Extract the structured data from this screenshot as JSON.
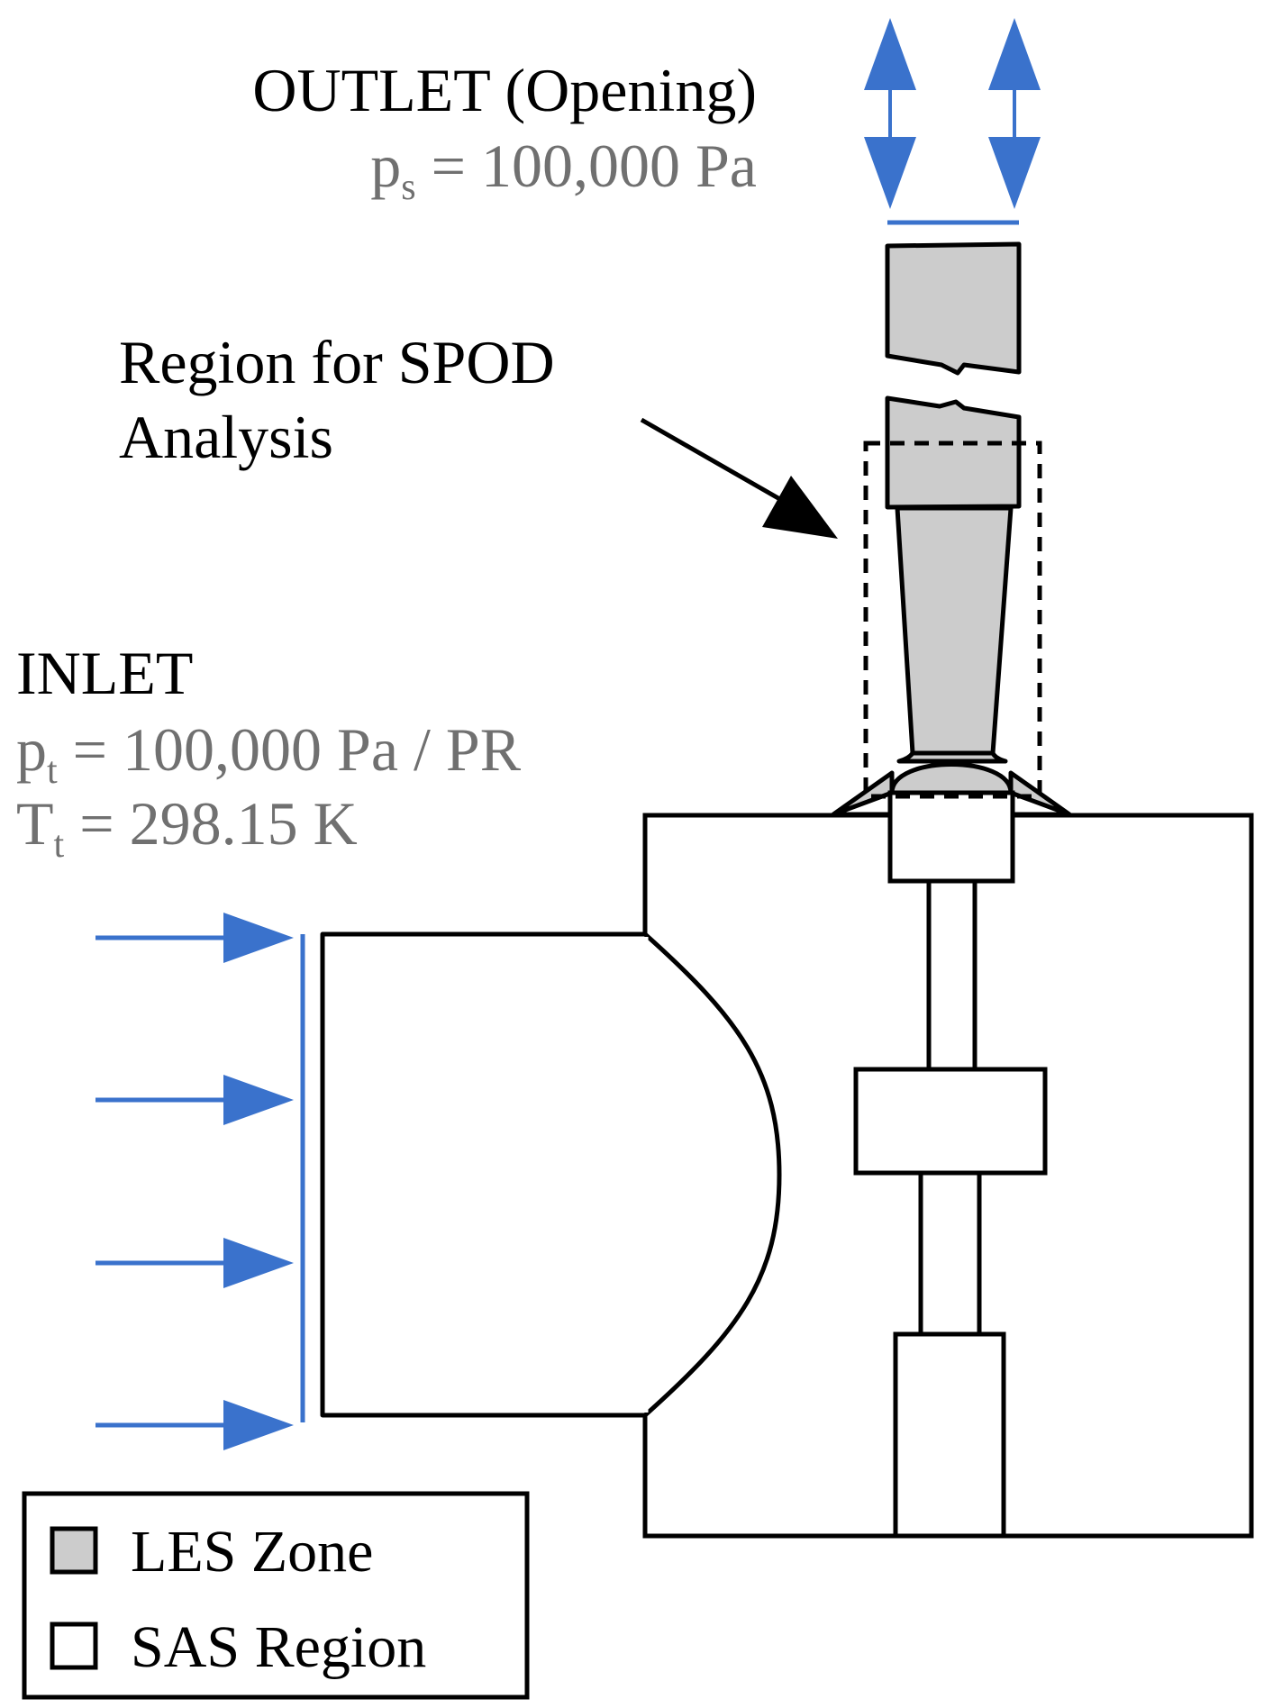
{
  "outlet": {
    "title": "OUTLET (Opening)",
    "pressure_symbol": "p",
    "pressure_subscript": "s",
    "pressure_value": " = 100,000 Pa"
  },
  "spod": {
    "line1": "Region for SPOD",
    "line2": "Analysis"
  },
  "inlet": {
    "title": "INLET",
    "pressure_symbol": "p",
    "pressure_subscript": "t",
    "pressure_value": " = 100,000 Pa / PR",
    "temperature_symbol": "T",
    "temperature_subscript": "t",
    "temperature_value": " = 298.15 K"
  },
  "legend": {
    "les_label": "LES Zone",
    "sas_label": "SAS Region"
  },
  "colors": {
    "boundary_blue": "#3a72cc",
    "les_gray": "#cccccc",
    "stroke": "#000000",
    "value_gray": "#707070"
  }
}
